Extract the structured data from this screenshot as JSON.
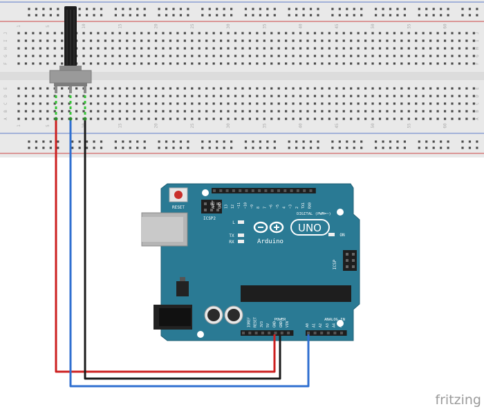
{
  "breadboard": {
    "row_letters_top": [
      "J",
      "I",
      "H",
      "G",
      "F"
    ],
    "row_letters_bottom": [
      "E",
      "D",
      "C",
      "B",
      "A"
    ],
    "column_numbers": [
      "1",
      "5",
      "10",
      "15",
      "20",
      "25",
      "30",
      "35",
      "40",
      "45",
      "50",
      "55",
      "60"
    ]
  },
  "arduino": {
    "logo_text": "Arduino",
    "model": "UNO",
    "reset_label": "RESET",
    "icsp_label": "ICSP",
    "icsp2_label": "ICSP2",
    "led_labels": [
      "L",
      "TX",
      "RX",
      "ON"
    ],
    "digital_label": "DIGITAL (PWM=~)",
    "digital_pins": [
      "AREF",
      "GND",
      "13",
      "12",
      "~11",
      "~10",
      "~9",
      "8",
      "7",
      "~6",
      "~5",
      "4",
      "~3",
      "2",
      "TX1",
      "RX0"
    ],
    "power_label": "POWER",
    "power_pins": [
      "IOREF",
      "RESET",
      "3V3",
      "5V",
      "GND",
      "GND",
      "VIN"
    ],
    "analog_label": "ANALOG IN",
    "analog_pins": [
      "A0",
      "A1",
      "A2",
      "A3",
      "A4",
      "A5"
    ],
    "board_color": "#2a7a94"
  },
  "wires": {
    "colors": {
      "power": "#cc1f1f",
      "ground": "#1a1a1a",
      "signal": "#2f6fd0"
    }
  },
  "watermark": "fritzing"
}
